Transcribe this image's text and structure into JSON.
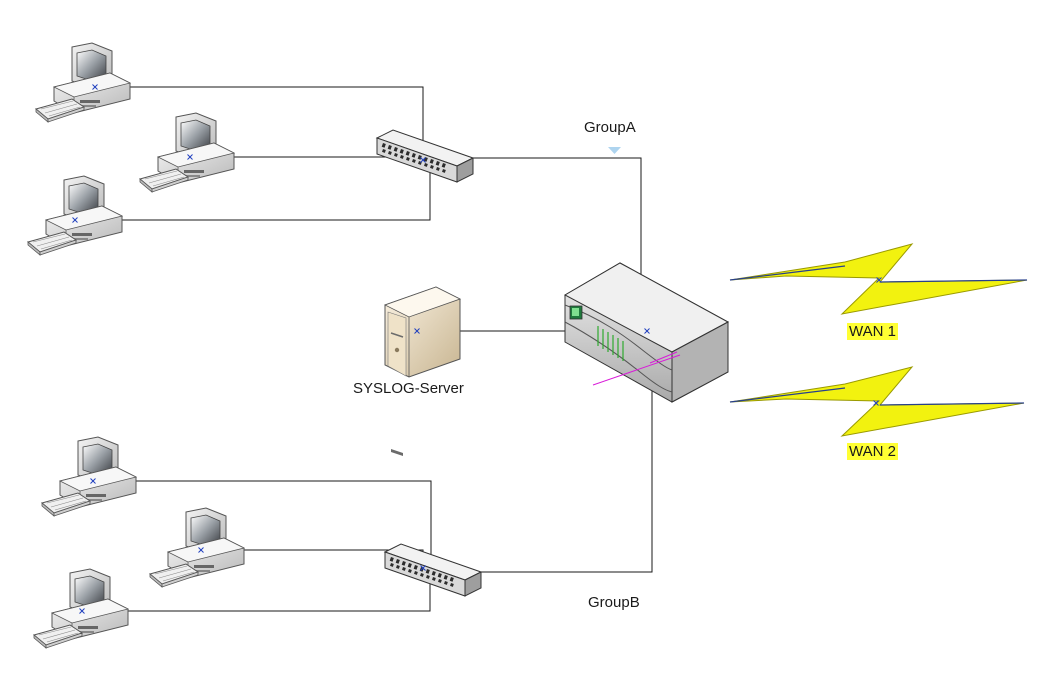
{
  "labels": {
    "group_a": "GroupA",
    "group_b": "GroupB",
    "syslog": "SYSLOG-Server",
    "wan1": "WAN 1",
    "wan2": "WAN 2"
  },
  "colors": {
    "line": "#1a1a1a",
    "highlight": "#ffff33",
    "bolt_fill": "#f2f20f",
    "bolt_stroke": "#9a9a00",
    "accent_magenta": "#d81bd8",
    "accent_green": "#2eaa2e",
    "group_marker": "#aed4ef"
  },
  "icons": {
    "pc": "desktop-computer-icon",
    "switch": "network-switch-icon",
    "router": "router-icon",
    "server": "server-icon",
    "wan": "lightning-bolt-icon"
  }
}
